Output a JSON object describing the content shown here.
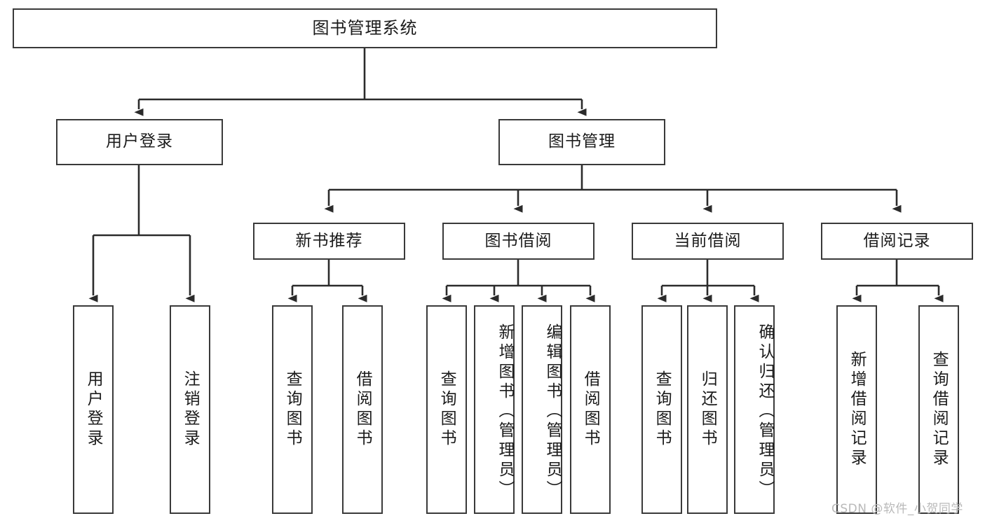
{
  "diagram": {
    "title": "图书管理系统",
    "type": "tree-structure-chart",
    "watermark": "CSDN @软件_小贺同学",
    "colors": {
      "box_border": "#3a3a3a",
      "box_fill": "#ffffff",
      "edge": "#2b2b2b",
      "text": "#1b1b1b",
      "watermark": "#b9b9b9"
    },
    "root": {
      "label": "图书管理系统"
    },
    "level2": [
      {
        "label": "用户登录"
      },
      {
        "label": "图书管理"
      }
    ],
    "level3": [
      {
        "label": "新书推荐"
      },
      {
        "label": "图书借阅"
      },
      {
        "label": "当前借阅"
      },
      {
        "label": "借阅记录"
      }
    ],
    "leaves": {
      "user_login": [
        {
          "label": "用户登录"
        },
        {
          "label": "注销登录"
        }
      ],
      "new_book_recommend": [
        {
          "label": "查询图书"
        },
        {
          "label": "借阅图书"
        }
      ],
      "book_borrow": [
        {
          "label": "查询图书"
        },
        {
          "label": "新增图书（管理员）"
        },
        {
          "label": "编辑图书（管理员）"
        },
        {
          "label": "借阅图书"
        }
      ],
      "current_borrow": [
        {
          "label": "查询图书"
        },
        {
          "label": "归还图书"
        },
        {
          "label": "确认归还（管理员）"
        }
      ],
      "borrow_record": [
        {
          "label": "新增借阅记录"
        },
        {
          "label": "查询借阅记录"
        }
      ]
    }
  }
}
